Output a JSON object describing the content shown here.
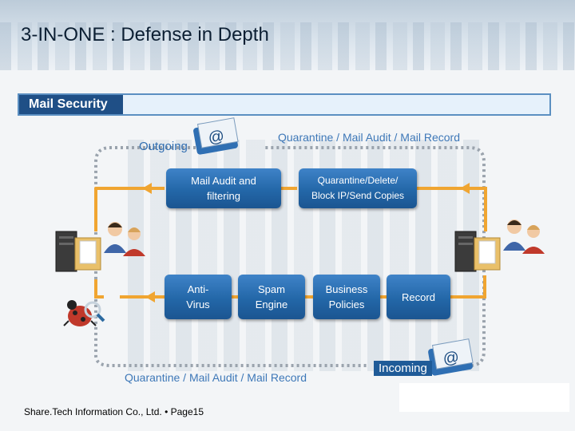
{
  "page": {
    "title": "3-IN-ONE : Defense in Depth",
    "section": "Mail Security"
  },
  "flow": {
    "outgoing_label": "Outgoing",
    "incoming_label": "Incoming",
    "top_caption": "Quarantine / Mail Audit / Mail Record",
    "bottom_caption": "Quarantine / Mail Audit / Mail Record"
  },
  "boxes": {
    "mail_audit": [
      "Mail Audit and",
      "filtering"
    ],
    "quarantine": [
      "Quarantine/Delete/",
      "Block IP/Send Copies"
    ],
    "antivirus": [
      "Anti-",
      "Virus"
    ],
    "spam": [
      "Spam",
      "Engine"
    ],
    "business": [
      "Business",
      "Policies"
    ],
    "record": [
      "Record"
    ]
  },
  "footer": "Share.Tech Information Co., Ltd. • Page15",
  "colors": {
    "box": "#2a6fb3",
    "arrow": "#f0a531",
    "title_bar": "#1f4f86",
    "dashed": "#9aa3ad"
  },
  "icons": [
    "mail-at-icon",
    "server-icon",
    "users-icon",
    "virus-bug-icon"
  ]
}
